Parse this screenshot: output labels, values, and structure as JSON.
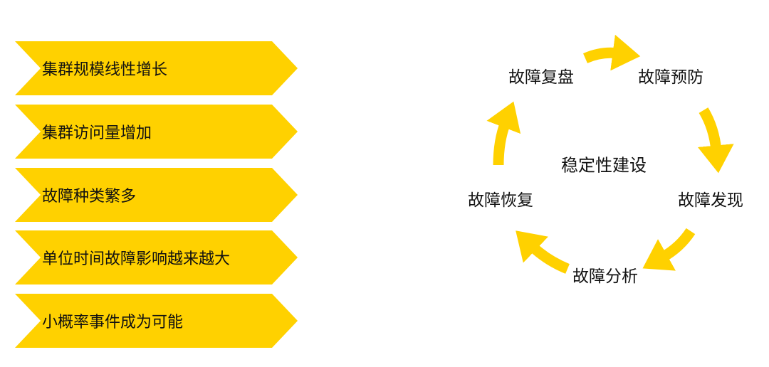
{
  "left_list": {
    "items": [
      "集群规模线性增长",
      "集群访问量增加",
      "故障种类繁多",
      "单位时间故障影响越来越大",
      "小概率事件成为可能"
    ]
  },
  "cycle": {
    "center": "稳定性建设",
    "stages": [
      "故障预防",
      "故障发现",
      "故障分析",
      "故障恢复",
      "故障复盘"
    ]
  },
  "colors": {
    "accent": "#FFD100",
    "text": "#111111"
  }
}
